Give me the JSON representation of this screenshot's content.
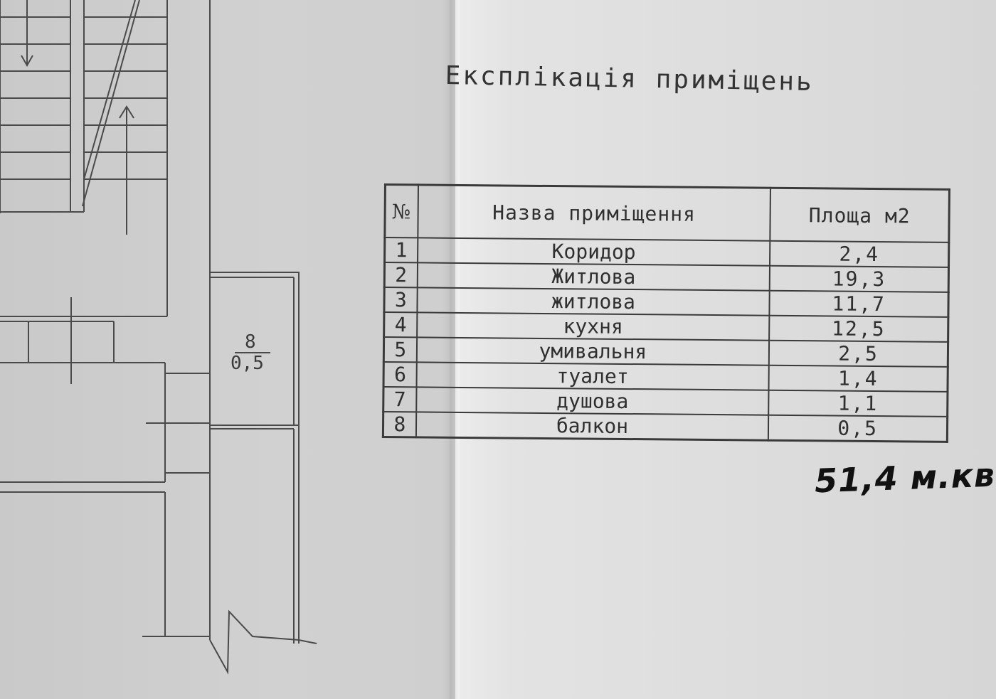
{
  "title": "Експлікація приміщень",
  "table": {
    "headers": {
      "number": "№",
      "name": "Назва приміщення",
      "area": "Площа м2"
    },
    "rows": [
      {
        "number": "1",
        "name": "Коридор",
        "area": "2,4"
      },
      {
        "number": "2",
        "name": "Житлова",
        "area": "19,3"
      },
      {
        "number": "3",
        "name": "житлова",
        "area": "11,7"
      },
      {
        "number": "4",
        "name": "кухня",
        "area": "12,5"
      },
      {
        "number": "5",
        "name": "умивальня",
        "area": "2,5"
      },
      {
        "number": "6",
        "name": "туалет",
        "area": "1,4"
      },
      {
        "number": "7",
        "name": "душова",
        "area": "1,1"
      },
      {
        "number": "8",
        "name": "балкон",
        "area": "0,5"
      }
    ]
  },
  "handwritten_total": "51,4 м.кв",
  "floor_plan": {
    "balcony_room_number": "8",
    "balcony_area": "0,5"
  }
}
